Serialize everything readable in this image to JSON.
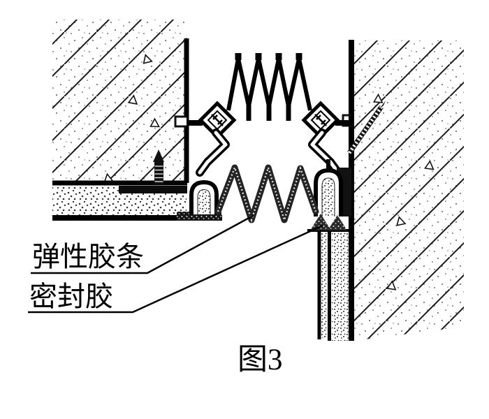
{
  "figure": {
    "caption": "图3",
    "type": "architectural-expansion-joint-detail"
  },
  "annotations": {
    "elastic_strip": {
      "label": "弹性胶条"
    },
    "sealant": {
      "label": "密封胶"
    }
  },
  "parts": [
    "left-concrete-wall",
    "right-concrete-wall",
    "floor-screed",
    "joint-cover-spring-profile",
    "elastic-rubber-strip",
    "sealant-bead",
    "joint-filler-wall",
    "anchor-screws"
  ],
  "colors": {
    "ink": "#000000",
    "paper": "#ffffff",
    "speckle": "#555555"
  }
}
